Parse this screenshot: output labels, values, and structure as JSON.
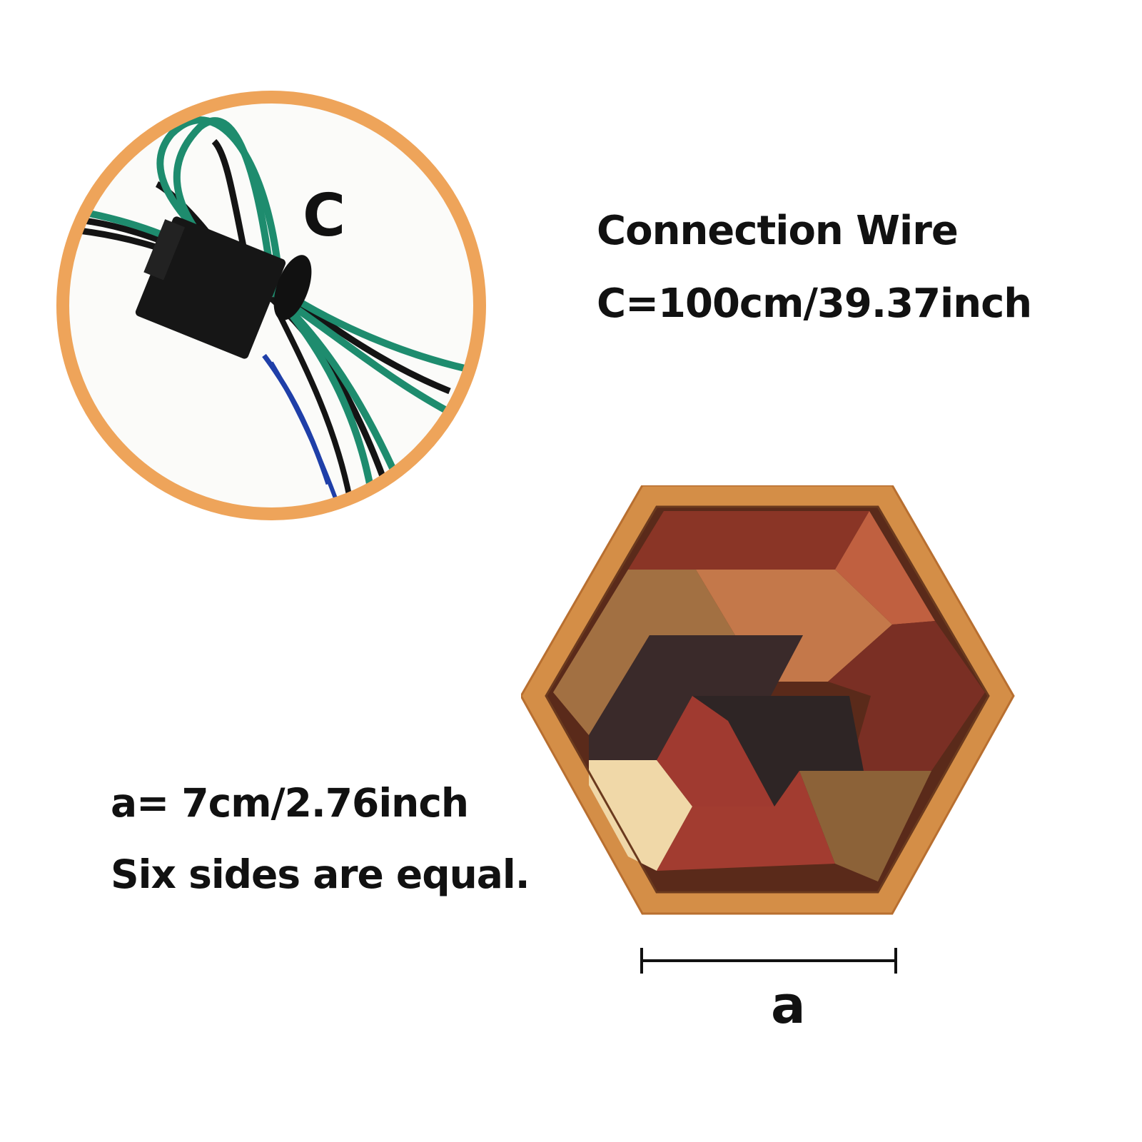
{
  "wire_photo": {
    "letter": "C",
    "ring_color": "#EEA45A",
    "wire_colors": [
      "#1E8C6E",
      "#141414",
      "#1F3FA8"
    ]
  },
  "spec": {
    "title": "Connection Wire",
    "length": "C=100cm/39.37inch"
  },
  "hexagon": {
    "side_length": "a= 7cm/2.76inch",
    "note": "Six sides are equal.",
    "dimension_letter": "a",
    "frame_color": "#D48E47"
  }
}
